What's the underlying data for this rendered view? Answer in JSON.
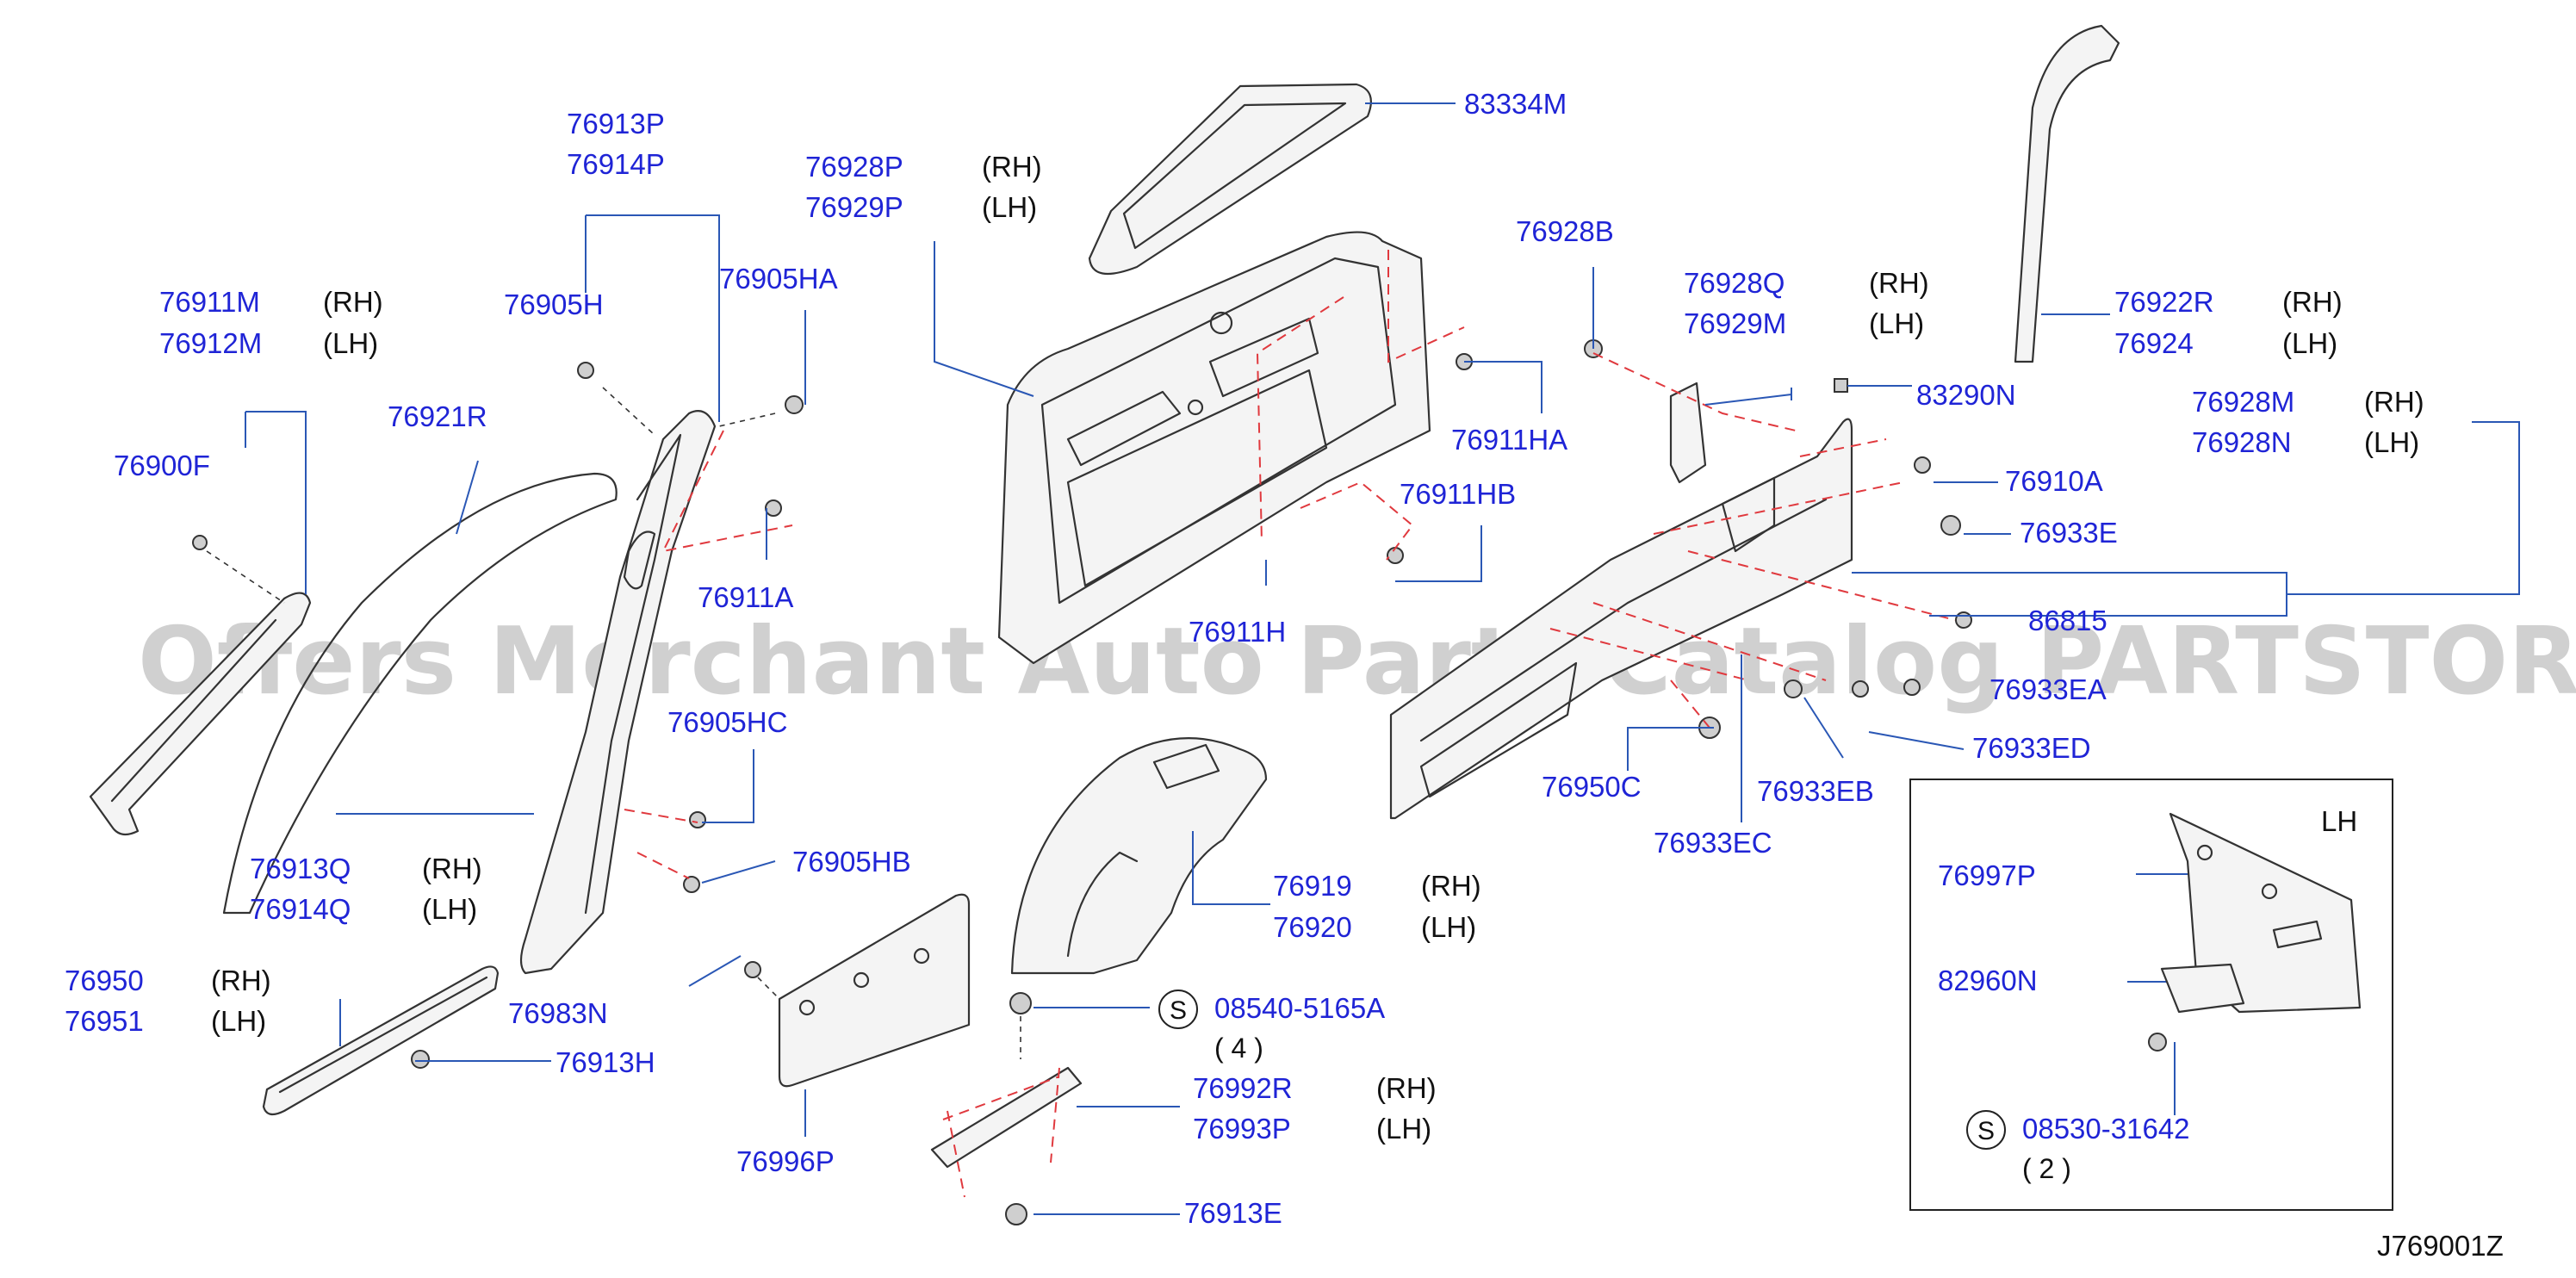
{
  "watermark": "Offers Merchant Auto Parts Catalog PARTSTORE.SA",
  "diagram_code": "J769001Z",
  "inset": {
    "side_label": "LH"
  },
  "labels": {
    "p83334M": "83334M",
    "p76928P": "76928P",
    "p76929P": "76929P",
    "p76913P": "76913P",
    "p76914P": "76914P",
    "p76905H": "76905H",
    "p76905HA": "76905HA",
    "p76911M": "76911M",
    "p76912M": "76912M",
    "p76921R": "76921R",
    "p76900F": "76900F",
    "p76911A": "76911A",
    "p76911H": "76911H",
    "p76911HA": "76911HA",
    "p76911HB": "76911HB",
    "p76928B": "76928B",
    "p76928Q": "76928Q",
    "p76929M": "76929M",
    "p76922R": "76922R",
    "p76924": "76924",
    "p83290N": "83290N",
    "p76928M": "76928M",
    "p76928N": "76928N",
    "p76910A": "76910A",
    "p76933E": "76933E",
    "p86815": "86815",
    "p76933EA": "76933EA",
    "p76933ED": "76933ED",
    "p76933EB": "76933EB",
    "p76950C": "76950C",
    "p76933EC": "76933EC",
    "p76905HC": "76905HC",
    "p76905HB": "76905HB",
    "p76913Q": "76913Q",
    "p76914Q": "76914Q",
    "p76919": "76919",
    "p76920": "76920",
    "p08540": "08540-5165A",
    "p76950": "76950",
    "p76951": "76951",
    "p76983N": "76983N",
    "p76913H": "76913H",
    "p76992R": "76992R",
    "p76993P": "76993P",
    "p76996P": "76996P",
    "p76913E": "76913E",
    "p76997P": "76997P",
    "p82960N": "82960N",
    "p08530": "08530-31642"
  },
  "sides": {
    "rh": "(RH)",
    "lh": "(LH)"
  },
  "quantities": {
    "q4": "( 4 )",
    "q2": "( 2 )"
  },
  "symbols": {
    "s": "S"
  }
}
